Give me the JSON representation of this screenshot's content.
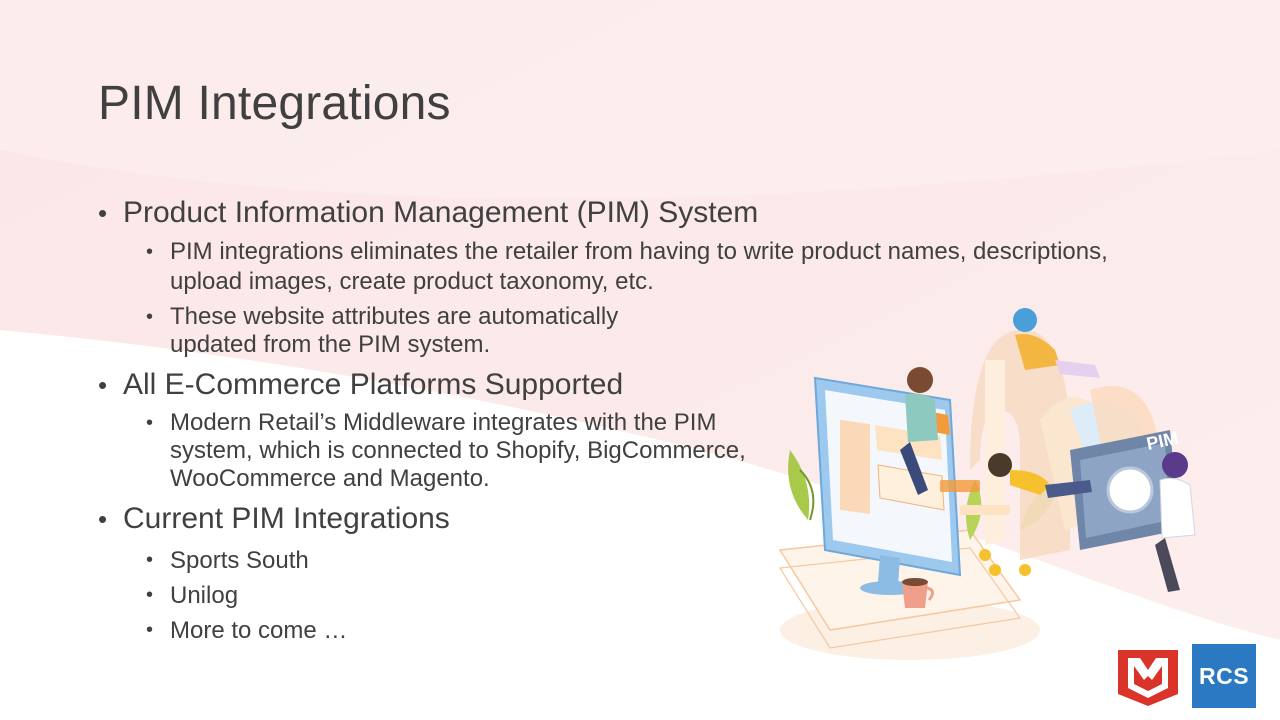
{
  "slide": {
    "title": "PIM Integrations",
    "bullets": [
      {
        "text": "Product Information Management (PIM) System",
        "sub": [
          "PIM integrations eliminates the retailer from having to write product names, descriptions, upload images, create product taxonomy, etc.",
          "These website attributes are automatically updated from the PIM system."
        ]
      },
      {
        "text": "All E-Commerce Platforms Supported",
        "sub": [
          "Modern Retail’s Middleware integrates with the PIM system, which is connected to Shopify, BigCommerce, WooCommerce and Magento."
        ]
      },
      {
        "text": "Current PIM Integrations",
        "sub": [
          "Sports South",
          "Unilog",
          "More to come …"
        ]
      }
    ]
  },
  "illustration": {
    "label": "PIM"
  },
  "logos": {
    "rcs": "RCS"
  },
  "colors": {
    "text": "#404040",
    "wave": "#fbe3e3",
    "accent_orange": "#f39a3a",
    "rcs_blue": "#2a79c2",
    "m_logo": "#d9332a"
  }
}
